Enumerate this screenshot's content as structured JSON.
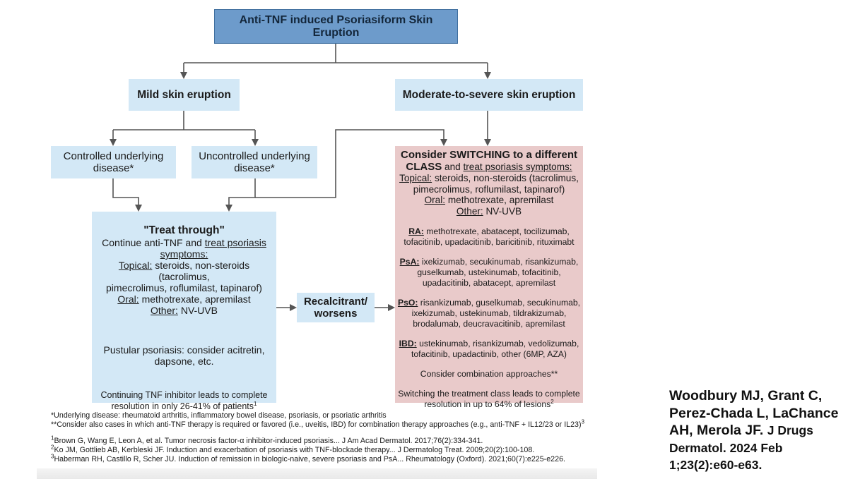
{
  "diagram": {
    "title": "Anti-TNF induced Psoriasiform Skin Eruption",
    "mild": "Mild skin eruption",
    "moderate": "Moderate-to-severe skin eruption",
    "controlled": [
      "Controlled underlying",
      "disease*"
    ],
    "uncontrolled": [
      "Uncontrolled underlying",
      "disease*"
    ],
    "treat_through": {
      "heading": "\"Treat through\"",
      "line1_pre": "Continue anti-TNF and",
      "line1_u": "treat psoriasis",
      "line2_u": "symptoms:",
      "topical_label": "Topical:",
      "topical_text": "steroids, non-steroids (tacrolimus,",
      "topical_text2": "pimecrolimus, roflumilast, tapinarof)",
      "oral_label": "Oral:",
      "oral_text": "methotrexate, apremilast",
      "other_label": "Other:",
      "other_text": "NV-UVB",
      "pustular": [
        "Pustular psoriasis: consider acitretin,",
        "dapsone, etc."
      ],
      "continuing": [
        "Continuing TNF inhibitor leads to complete",
        "resolution in only 26-41% of patients"
      ],
      "continuing_sup": "1"
    },
    "recalcitrant": [
      "Recalcitrant/",
      "worsens"
    ],
    "switching": {
      "heading_1": "Consider SWITCHING to a different",
      "heading_2": "CLASS",
      "heading_2b": "and",
      "heading_2u": "treat psoriasis symptoms:",
      "topical_label": "Topical:",
      "topical_text": "steroids, non-steroids (tacrolimus,",
      "topical_text2": "pimecrolimus, roflumilast, tapinarof)",
      "oral_label": "Oral:",
      "oral_text": "methotrexate, apremilast",
      "other_label": "Other:",
      "other_text": "NV-UVB",
      "ra_label": "RA:",
      "ra_lines": [
        " methotrexate, abatacept, tocilizumab,",
        "tofacitinib, upadacitinib, baricitinib, rituximabt"
      ],
      "psa_label": "PsA:",
      "psa_lines": [
        " ixekizumab, secukinumab, risankizumab,",
        "guselkumab, ustekinumab, tofacitinib,",
        "upadacitinib, abatacept, apremilast"
      ],
      "pso_label": "PsO:",
      "pso_lines": [
        " risankizumab, guselkumab, secukinumab,",
        "ixekizumab, ustekinumab, tildrakizumab,",
        "brodalumab, deucravacitinib, apremilast"
      ],
      "ibd_label": "IBD:",
      "ibd_lines": [
        " ustekinumab, risankizumab, vedolizumab,",
        "tofacitinib, upadactinib, other (6MP, AZA)"
      ],
      "combination": "Consider combination approaches**",
      "switch_result": [
        "Switching the treatment class leads to complete",
        "resolution in up to 64% of lesions"
      ],
      "switch_sup": "2"
    },
    "footnotes": {
      "note1": "*Underlying disease: rheumatoid arthritis, inflammatory bowel disease, psoriasis, or psoriatic arthritis",
      "note2": "**Consider also cases in which anti-TNF therapy is required or favored (i.e., uveitis, IBD) for combination therapy approaches (e.g., anti-TNF + IL12/23 or IL23)",
      "note2_sup": "3",
      "refs": [
        {
          "n": "1",
          "text": "Brown G, Wang E, Leon A, et al. Tumor necrosis factor-α inhibitor-induced psoriasis... J Am Acad Dermatol. 2017;76(2):334-341."
        },
        {
          "n": "2",
          "text": "Ko JM, Gottlieb AB, Kerbleski JF. Induction and exacerbation of psoriasis with TNF-blockade therapy... J Dermatolog Treat. 2009;20(2):100-108."
        },
        {
          "n": "3",
          "text": "Haberman RH, Castillo R, Scher JU. Induction of remission in biologic-naive, severe psoriasis and PsA... Rheumatology (Oxford). 2021;60(7):e225-e226."
        }
      ]
    }
  },
  "citation": {
    "authors": [
      "Woodbury MJ, Grant C,",
      "Perez-Chada L, LaChance",
      "AH, Merola JF."
    ],
    "journal_a": "J Drugs",
    "journal_b": "Dermatol. 2024 Feb",
    "journal_c": "1;23(2):e60-e63."
  },
  "colors": {
    "title_box": "#6d9bcb",
    "light_blue_box": "#d3e8f6",
    "switch_box": "#e9caca",
    "connector": "#555555"
  }
}
